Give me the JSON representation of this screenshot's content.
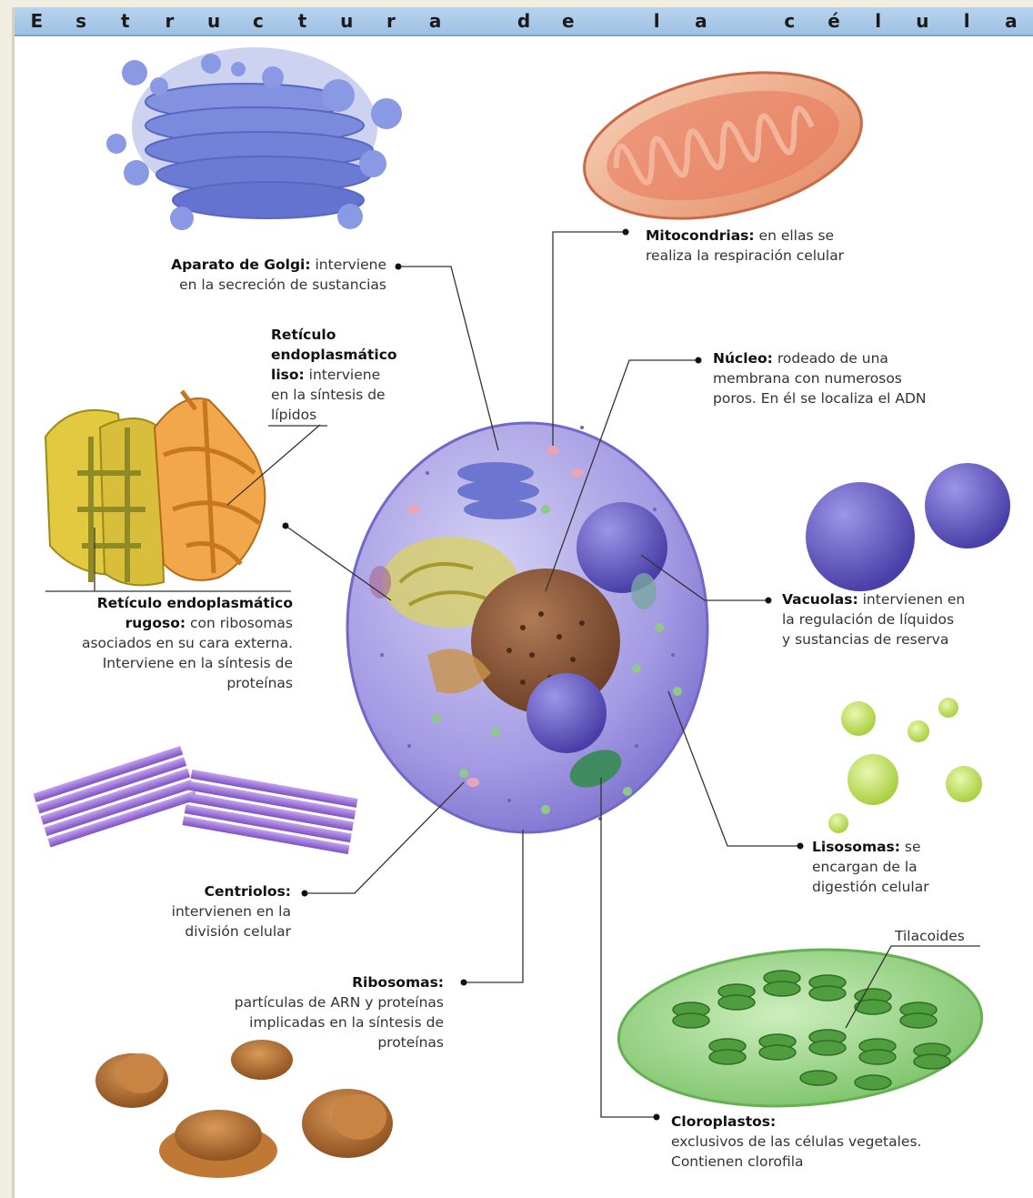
{
  "title": {
    "text": "Estructura de la célula",
    "letters": [
      "E",
      "s",
      "t",
      "r",
      "u",
      "c",
      "t",
      "u",
      "r",
      "a",
      " ",
      "d",
      "e",
      " ",
      "l",
      "a",
      " ",
      "c",
      "é",
      "l",
      "u",
      "l",
      "a"
    ]
  },
  "colors": {
    "title_bar": "#a9c8e8",
    "cell": "#8f86d8",
    "nucleus": "#8b5a3c",
    "vacuole": "#5c52b8",
    "chloroplast": "#7cc36a",
    "mitochondria": "#e98b6f",
    "golgi": "#7c8cdd",
    "er_rough": "#e3c93f",
    "er_smooth": "#f0a040",
    "centriole": "#9d72d8",
    "ribosome": "#b06b2c",
    "lysosome": "#c6e06a",
    "leader_line": "#333333"
  },
  "labels": {
    "golgi": {
      "term": "Aparato de Golgi:",
      "desc": "interviene",
      "line2": "en la secreción de sustancias"
    },
    "mitocondrias": {
      "term": "Mitocondrias:",
      "desc": "en ellas se",
      "line2": "realiza la respiración celular"
    },
    "rel": {
      "line1": "Retículo",
      "line2": "endoplasmático",
      "term3": "liso:",
      "desc3": "interviene",
      "line4": "en la síntesis de",
      "line5": "lípidos"
    },
    "nucleo": {
      "term": "Núcleo:",
      "desc": "rodeado de una",
      "line2": "membrana con numerosos",
      "line3": "poros. En él se localiza el ADN"
    },
    "rer": {
      "line1": "Retículo endoplasmático",
      "term2": "rugoso:",
      "desc2": "con ribosomas",
      "line3": "asociados en su cara externa.",
      "line4": "Interviene en la síntesis de",
      "line5": "proteínas"
    },
    "vacuolas": {
      "term": "Vacuolas:",
      "desc": "intervienen en",
      "line2": "la regulación de líquidos",
      "line3": "y sustancias de reserva"
    },
    "centriolos": {
      "term": "Centriolos:",
      "line2": "intervienen en la",
      "line3": "división celular"
    },
    "lisosomas": {
      "term": "Lisosomas:",
      "desc": "se",
      "line2": "encargan de la",
      "line3": "digestión celular"
    },
    "tilacoides": {
      "text": "Tilacoides"
    },
    "ribosomas": {
      "term": "Ribosomas:",
      "line2": "partículas de ARN y proteínas",
      "line3": "implicadas en la síntesis de",
      "line4": "proteínas"
    },
    "cloroplastos": {
      "term": "Cloroplastos:",
      "line2": "exclusivos de las células vegetales.",
      "line3": "Contienen clorofila"
    }
  }
}
